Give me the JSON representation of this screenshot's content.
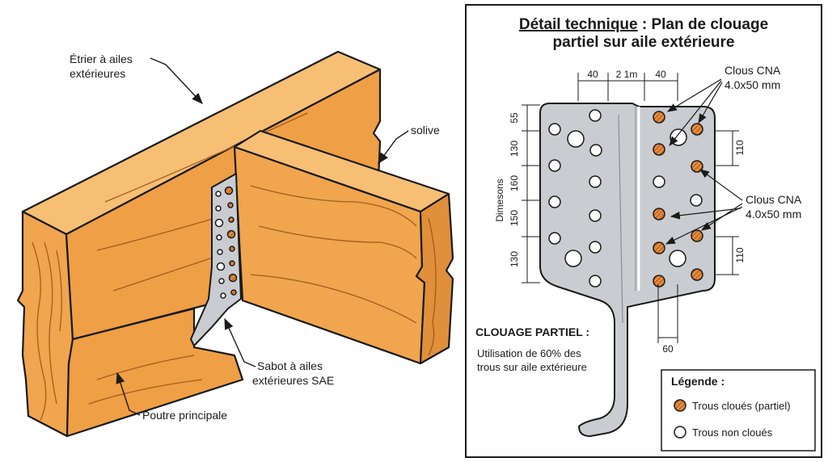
{
  "left": {
    "labels": {
      "etrier": [
        "Étrier à ailes",
        "extérieures"
      ],
      "solive": "solive",
      "sabot": [
        "Sabot à ailes",
        "extérieures SAE"
      ],
      "poutre": "Poutre principale"
    }
  },
  "right": {
    "title_prefix": "Détail technique",
    "title_suffix": " : Plan de clouage",
    "title_line2": "partiel sur aile extérieure",
    "top_dims": [
      "40",
      "2 1m",
      "40"
    ],
    "left_dims": [
      "55",
      "130",
      "160",
      "150",
      "130"
    ],
    "dim_axis_label": "Dimesons",
    "right_dims": [
      "110",
      "110"
    ],
    "bottom_dim": "60",
    "nail_callout_1": [
      "Clous CNA",
      "4.0x50 mm"
    ],
    "nail_callout_2": [
      "Clous CNA",
      "4.0x50 mm"
    ],
    "clouage_heading": "CLOUAGE PARTIEL :",
    "clouage_text": [
      "Utilisation de 60% des",
      "trous sur aile extérieure"
    ],
    "legend": {
      "title": "Légende :",
      "nailed": "Trous cloués (partiel)",
      "open": "Trous non cloués"
    }
  },
  "colors": {
    "wood": "#f0a54e",
    "wood_dark": "#d98a34",
    "wood_light": "#f6bf74",
    "steel": "#c9ccd0",
    "nail": "#e8893a",
    "ink": "#1a1a1a"
  }
}
